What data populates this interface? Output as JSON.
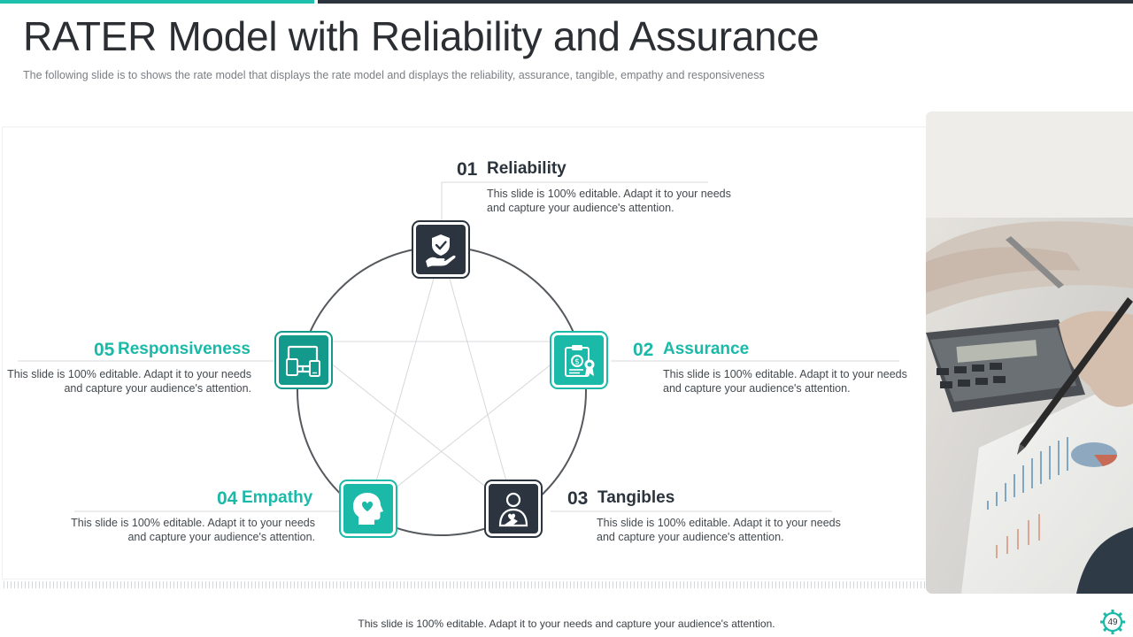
{
  "slide": {
    "title": "RATER Model with Reliability and Assurance",
    "subtitle": "The following  slide is to shows the rate  model that displays the rate model and displays the reliability,  assurance, tangible,  empathy and responsiveness",
    "footer": "This slide is 100% editable. Adapt it to your needs and capture your audience's attention.",
    "page_number": "49"
  },
  "items": [
    {
      "number": "01",
      "title": "Reliability",
      "description": "This slide is 100% editable. Adapt it to your needs and capture your audience's attention.",
      "icon": "shield-hand-icon",
      "color": "#2c3440"
    },
    {
      "number": "02",
      "title": "Assurance",
      "description": "This slide is 100% editable. Adapt it to your needs and capture your audience's attention.",
      "icon": "certificate-clipboard-icon",
      "color": "#1ab9a8"
    },
    {
      "number": "03",
      "title": "Tangibles",
      "description": "This slide is 100% editable. Adapt it to your needs and capture your audience's attention.",
      "icon": "person-hand-heart-icon",
      "color": "#2c3440"
    },
    {
      "number": "04",
      "title": "Empathy",
      "description": "This slide is 100% editable. Adapt it to your needs and capture your audience's attention.",
      "icon": "head-heart-icon",
      "color": "#1ab9a8"
    },
    {
      "number": "05",
      "title": "Responsiveness",
      "description": "This slide is 100% editable. Adapt it to your needs and capture your audience's attention.",
      "icon": "devices-icon",
      "color": "#139a8c"
    }
  ],
  "colors": {
    "accent_teal": "#1fbfae",
    "dark": "#2b343d"
  }
}
